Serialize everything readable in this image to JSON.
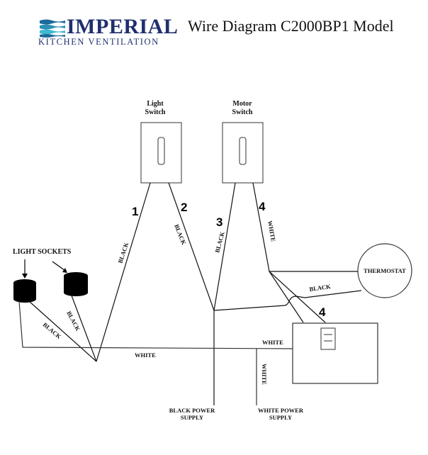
{
  "header": {
    "logo_name": "IMPERIAL",
    "logo_tagline": "KITCHEN VENTILATION",
    "logo_colors": {
      "text": "#1f2f6e",
      "wave_dark": "#1a6a9a",
      "wave_light": "#3fb8d0"
    },
    "title": "Wire Diagram C2000BP1 Model"
  },
  "components": {
    "light_switch": {
      "label_line1": "Light",
      "label_line2": "Switch"
    },
    "motor_switch": {
      "label_line1": "Motor",
      "label_line2": "Switch"
    },
    "light_sockets": {
      "label": "LIGHT SOCKETS",
      "count": 2
    },
    "thermostat": {
      "label": "THERMOSTAT"
    },
    "hood_unit": {
      "label": ""
    },
    "black_power_supply": {
      "line1": "BLACK POWER",
      "line2": "SUPPLY"
    },
    "white_power_supply": {
      "line1": "WHITE POWER",
      "line2": "SUPPLY"
    }
  },
  "wire_numbers": [
    "1",
    "2",
    "3",
    "4",
    "4"
  ],
  "wire_labels": {
    "wire1": "BLACK",
    "wire2": "BLACK",
    "wire3": "BLACK",
    "wire4": "WHITE",
    "socket_left": "BLACK",
    "socket_right": "BLACK",
    "thermostat_black": "BLACK",
    "white_bottom": "WHITE",
    "white_hood": "WHITE",
    "white_supply": "WHITE"
  }
}
